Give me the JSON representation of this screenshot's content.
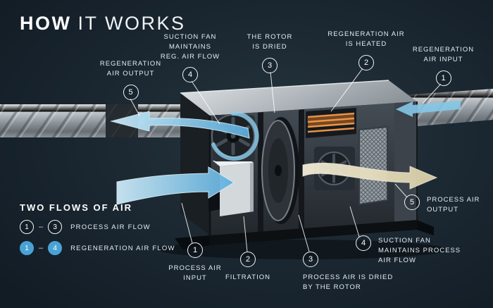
{
  "title": {
    "primary": "HOW",
    "secondary": "IT WORKS"
  },
  "callouts": {
    "regeneration_air_output": {
      "num": "5",
      "label": "REGENERATION\nAIR OUTPUT"
    },
    "suction_fan_reg": {
      "num": "4",
      "label": "SUCTION FAN\nMAINTAINS\nREG. AIR FLOW"
    },
    "rotor_is_dried": {
      "num": "3",
      "label": "THE ROTOR\nIS DRIED"
    },
    "reg_air_heated": {
      "num": "2",
      "label": "REGENERATION AIR\nIS HEATED"
    },
    "reg_air_input": {
      "num": "1",
      "label": "REGENERATION\nAIR INPUT"
    },
    "process_air_input": {
      "num": "1",
      "label": "PROCESS AIR\nINPUT"
    },
    "filtration": {
      "num": "2",
      "label": "FILTRATION"
    },
    "process_air_dried": {
      "num": "3",
      "label": "PROCESS AIR IS DRIED\nBY THE ROTOR"
    },
    "suction_fan_process": {
      "num": "4",
      "label": "SUCTION FAN\nMAINTAINS PROCESS\nAIR FLOW"
    },
    "process_air_output": {
      "num": "5",
      "label": "PROCESS AIR\nOUTPUT"
    }
  },
  "legend": {
    "heading": "TWO FLOWS OF AIR",
    "separator": "–",
    "rows": [
      {
        "from": "1",
        "to": "3",
        "label": "PROCESS AIR FLOW",
        "style": "outline"
      },
      {
        "from": "1",
        "to": "4",
        "label": "REGENERATION AIR FLOW",
        "style": "filled"
      }
    ]
  },
  "colors": {
    "background": "#18242e",
    "text": "#e6edf2",
    "flow_regeneration_blue": "#7cc6e8",
    "flow_process_cream": "#ece2c2",
    "heater_orange": "#ef8a33",
    "legend_filled_circle": "#4aa2d4",
    "metal_light": "#e8eaec",
    "metal_dark": "#6b7278"
  }
}
